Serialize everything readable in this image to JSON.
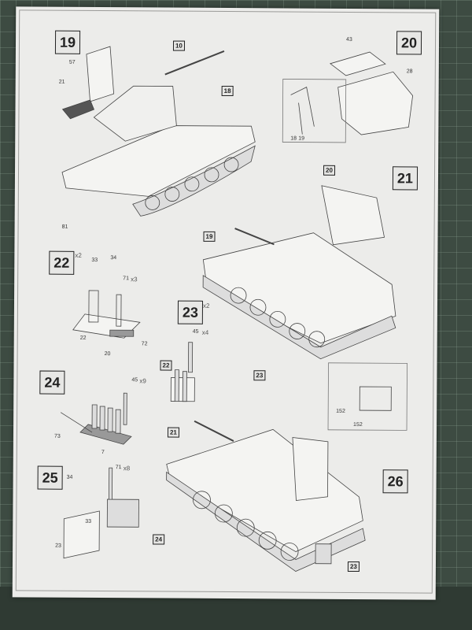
{
  "steps": {
    "s19": "19",
    "s20": "20",
    "s21": "21",
    "s22": "22",
    "s23": "23",
    "s24": "24",
    "s25": "25",
    "s26": "26"
  },
  "parts": {
    "p10": "10",
    "p57": "57",
    "p21a": "21",
    "p18": "18",
    "p81": "81",
    "p43": "43",
    "p28": "28",
    "p18b": "18",
    "p19b": "19",
    "p20a": "20",
    "p19a": "19",
    "p33": "33",
    "p34": "34",
    "p71": "71",
    "p22a": "22",
    "p20b": "20",
    "p72": "72",
    "p45": "45",
    "p22box": "22",
    "p45b": "45",
    "p73": "73",
    "p7": "7",
    "p71b": "71",
    "p34b": "34",
    "p33b": "33",
    "p23b": "23",
    "p24box": "24",
    "p23box": "23",
    "p21b": "21",
    "p152a": "152",
    "p152b": "152",
    "p23box2": "23"
  },
  "quantities": {
    "q22": "x2",
    "q71": "x3",
    "q23": "x2",
    "q45": "x4",
    "q45b": "x9",
    "q71b": "x8"
  }
}
